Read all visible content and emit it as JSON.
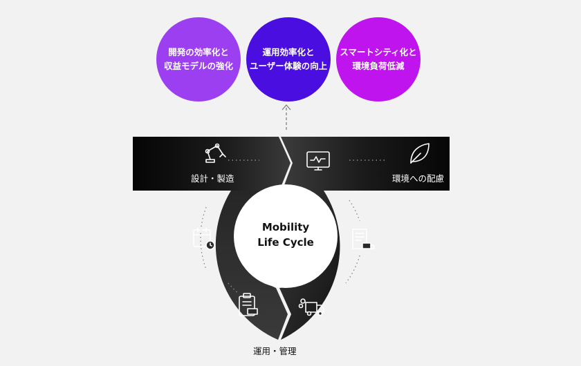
{
  "goals": [
    {
      "text": "開発の効率化と\n収益モデルの強化",
      "color": "#9b3ff0"
    },
    {
      "text": "運用効率化と\nユーザー体験の向上",
      "color": "#4a0ee0"
    },
    {
      "text": "スマートシティ化と\n環境負荷低減",
      "color": "#c014ef"
    }
  ],
  "center": {
    "title": "Mobility\nLife Cycle"
  },
  "stages": {
    "design": "設計・製造",
    "environment": "環境への配慮",
    "operation": "運用・管理"
  },
  "icons": [
    "robot-arm-icon",
    "monitor-chart-icon",
    "leaf-icon",
    "calendar-clock-icon",
    "document-truck-icon",
    "clipboard-battery-icon",
    "truck-smoke-icon"
  ]
}
